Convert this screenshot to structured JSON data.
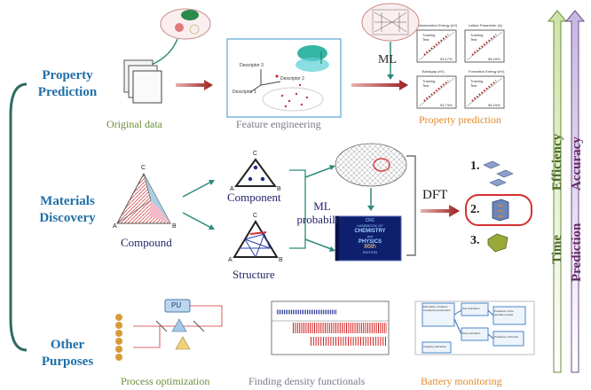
{
  "sections": {
    "property_prediction": [
      "Property",
      "Prediction"
    ],
    "materials_discovery": [
      "Materials",
      "Discovery"
    ],
    "other_purposes": [
      "Other",
      "Purposes"
    ]
  },
  "row1": {
    "original_data": "Original data",
    "feature_engineering": "Feature engineering",
    "property_prediction": "Property prediction",
    "ml": "ML",
    "descriptor_labels": [
      "Descriptor 3",
      "Descriptor 2",
      "Descriptor 1"
    ],
    "plot_titles": [
      "Atomization Energy (eV)",
      "Lattice Parameter (A)",
      "Bandgap (eV)",
      "Formation Energy (eV)"
    ],
    "legend": [
      "Training",
      "Test"
    ],
    "plot_scores": [
      "93.17%",
      "96.15%",
      "94.73%",
      "96.15%"
    ]
  },
  "row2": {
    "compound": "Compound",
    "component": "Component",
    "structure": "Structure",
    "ml_probability": [
      "ML",
      "probability"
    ],
    "dft": "DFT",
    "candidates": [
      "1.",
      "2.",
      "3."
    ],
    "triangle_vertices": [
      "C",
      "A",
      "B"
    ],
    "book": [
      "CRC",
      "HANDBOOK OF",
      "CHEMISTRY",
      "and",
      "PHYSICS",
      "86th",
      "EDITION"
    ]
  },
  "row3": {
    "process_optimization": "Process optimization",
    "finding_density_functionals": "Finding density functionals",
    "battery_monitoring": "Battery monitoring",
    "pu": "PU",
    "battery_blocks": [
      "Estimation of battery impedance parameters",
      "Soil estimation",
      "Prediction of the operation power",
      "SoH estimation",
      "Prediction of the Rul",
      "Capacity estimation"
    ]
  },
  "right_axis": {
    "efficiency": "Efficiency",
    "accuracy": "Accuracy",
    "time": "Time",
    "prediction": "Prediction"
  },
  "colors": {
    "section_blue": "#1f6fa8",
    "step_green": "#6b8e3a",
    "step_orange": "#e08a2a",
    "arrow_red": "#a02020",
    "bracket_teal": "#2f6b62",
    "axis_green": "#4a6b2a",
    "axis_purple": "#6a2a6a"
  }
}
